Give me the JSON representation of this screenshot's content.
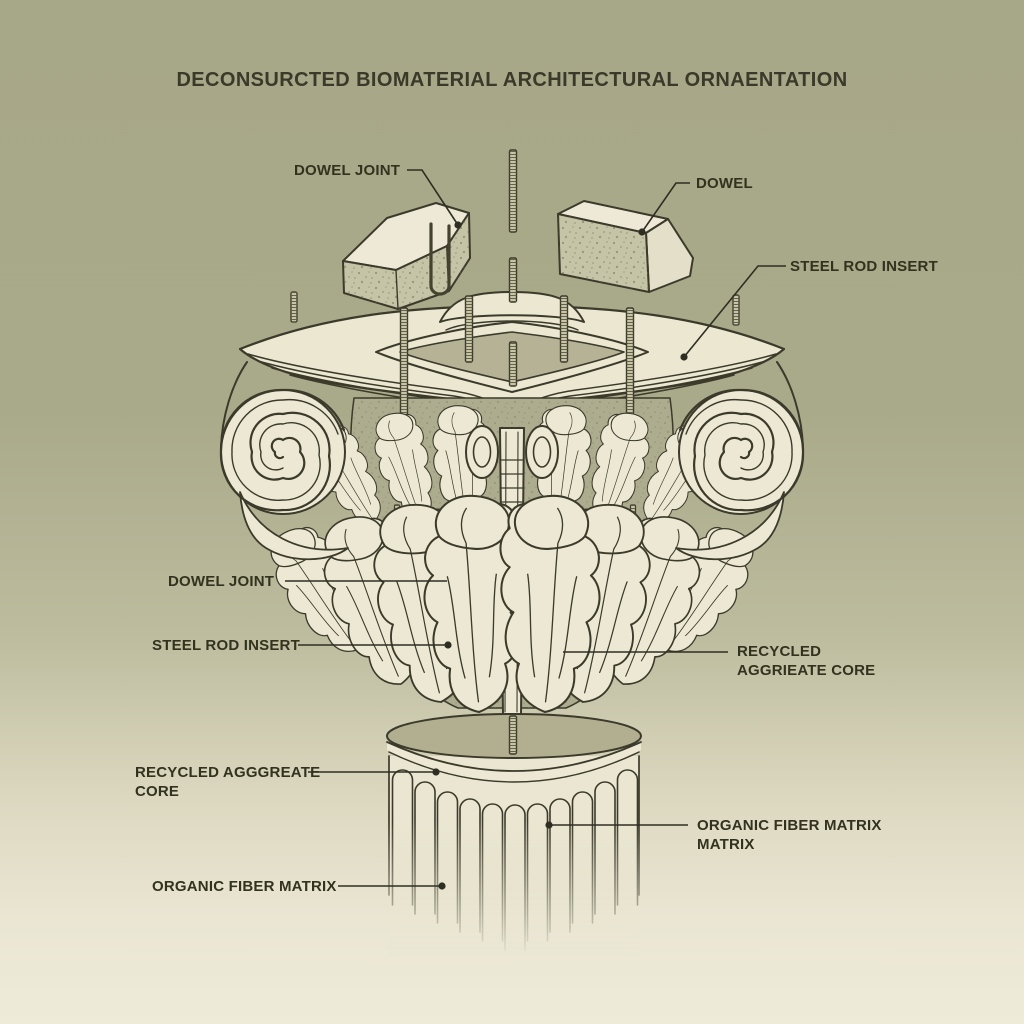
{
  "title": "DECONSURCTED BIOMATERIAL ARCHITECTURAL ORNAENTATION",
  "labels": {
    "dowel_joint_top": "DOWEL JOINT",
    "dowel": "DOWEL",
    "steel_rod_insert_right": "STEEL ROD INSERT",
    "dowel_joint_left": "DOWEL JOINT",
    "steel_rod_insert_left": "STEEL ROD INSERT",
    "recycled_aggrieate_core": {
      "line1": "RECYCLED",
      "line2": "AGGRIEATE CORE"
    },
    "recycled_agggreate_core": {
      "line1": "RECYCLED AGGGREATE",
      "line2": "CORE"
    },
    "organic_fiber_matrix_left": "ORGANIC FIBER MATRIX",
    "organic_fiber_matrix_right": {
      "line1": "ORGANIC FIBER MATRIX",
      "line2": "MATRIX"
    }
  },
  "colors": {
    "background_top": "#a7a888",
    "background_bottom": "#eeebd9",
    "ink": "#3b3a2b",
    "stone_cream": "#ebe7d1",
    "aggregate_olive": "#c6c4a6",
    "bell_olive": "#aeac8e",
    "column_top_olive": "#b2af90",
    "text": "#33321f"
  }
}
